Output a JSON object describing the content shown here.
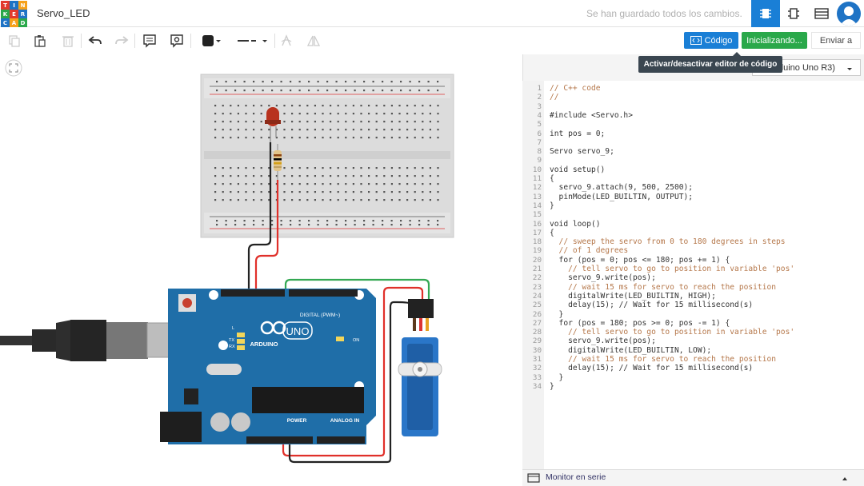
{
  "app": {
    "logo_letters": [
      "TIN",
      "KER",
      "CAD"
    ],
    "project_name": "Servo_LED",
    "save_status": "Se han guardado todos los cambios."
  },
  "top_actions": {
    "code_button_label": "Código",
    "start_button_label": "Inicializando...",
    "send_button_label": "Enviar a",
    "tooltip": "Activar/desactivar editor de código"
  },
  "editor": {
    "board_select_value": "duino Uno R3)",
    "code_lines": [
      "// C++ code",
      "//",
      "",
      "#include <Servo.h>",
      "",
      "int pos = 0;",
      "",
      "Servo servo_9;",
      "",
      "void setup()",
      "{",
      "  servo_9.attach(9, 500, 2500);",
      "  pinMode(LED_BUILTIN, OUTPUT);",
      "}",
      "",
      "void loop()",
      "{",
      "  // sweep the servo from 0 to 180 degrees in steps",
      "  // of 1 degrees",
      "  for (pos = 0; pos <= 180; pos += 1) {",
      "    // tell servo to go to position in variable 'pos'",
      "    servo_9.write(pos);",
      "    // wait 15 ms for servo to reach the position",
      "    digitalWrite(LED_BUILTIN, HIGH);",
      "    delay(15); // Wait for 15 millisecond(s)",
      "  }",
      "  for (pos = 180; pos >= 0; pos -= 1) {",
      "    // tell servo to go to position in variable 'pos'",
      "    servo_9.write(pos);",
      "    digitalWrite(LED_BUILTIN, LOW);",
      "    // wait 15 ms for servo to reach the position",
      "    delay(15); // Wait for 15 millisecond(s)",
      "  }",
      "}"
    ],
    "serial_monitor_label": "Monitor en serie"
  },
  "board_labels": {
    "uno": "UNO",
    "arduino": "ARDUINO",
    "digital": "DIGITAL (PWM~)",
    "power": "POWER",
    "analog_in": "ANALOG IN",
    "on": "ON",
    "l": "L",
    "tx": "TX",
    "rx": "RX"
  },
  "colors": {
    "accent_blue": "#1a7fd6",
    "start_green": "#2aa84a",
    "arduino_blue": "#1f6ea8",
    "servo_blue": "#2a76c8",
    "wire_red": "#e0302a",
    "wire_green": "#34a853",
    "comment": "#b5774a"
  }
}
